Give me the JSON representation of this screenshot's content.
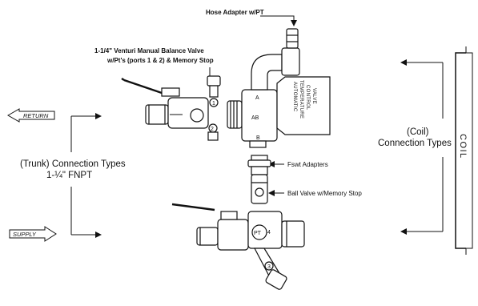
{
  "labels": {
    "hose_adapter": "Hose Adapter w/PT",
    "venturi_line1": "1-1/4\" Venturi Manual Balance Valve",
    "venturi_line2": "w/Pt's (ports 1 & 2) & Memory Stop",
    "return": "RETURN",
    "supply": "SUPPLY",
    "trunk_line1": "(Trunk) Connection Types",
    "trunk_line2": "1-¼\" FNPT",
    "coil_line1": "(Coil)",
    "coil_line2": "Connection Types",
    "coil": "COIL",
    "fswt": "Fswt Adapters",
    "ball_valve": "Ball Valve w/Memory Stop",
    "port_a": "A",
    "port_ab": "AB",
    "port_b": "B",
    "port_1": "1",
    "port_2": "2",
    "port_3": "3",
    "port_4": "4",
    "pt": "PT",
    "atc_1": "AUTOMATIC",
    "atc_2": "TEMPERATURE",
    "atc_3": "CONTROL",
    "atc_4": "VALVE"
  }
}
